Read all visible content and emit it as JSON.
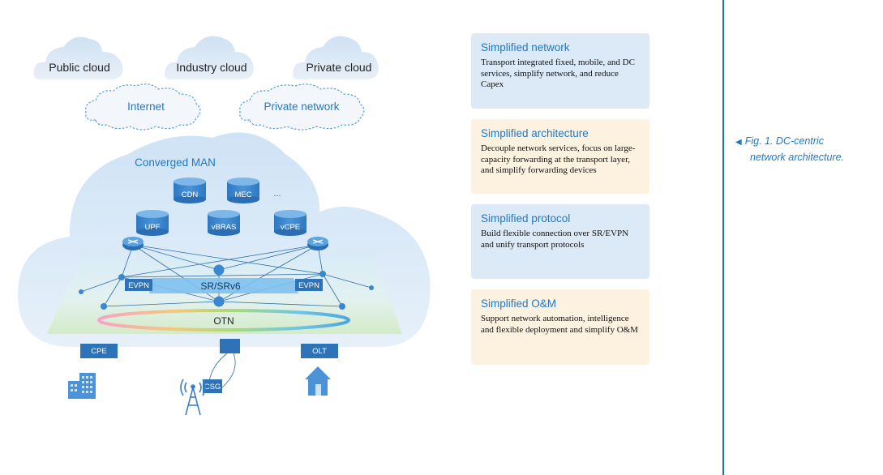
{
  "diagram": {
    "clouds_top": [
      "Public cloud",
      "Industry cloud",
      "Private cloud"
    ],
    "networks": [
      "Internet",
      "Private network"
    ],
    "converged_label": "Converged MAN",
    "dc_row1": [
      "CDN",
      "MEC"
    ],
    "dc_more": "...",
    "dc_row2": [
      "UPF",
      "vBRAS",
      "vCPE"
    ],
    "evpn_left": "EVPN",
    "evpn_right": "EVPN",
    "sr_label": "SR/SRv6",
    "otn_label": "OTN",
    "access": {
      "cpe": "CPE",
      "olt": "OLT",
      "csg": "CSG"
    }
  },
  "panels": [
    {
      "title": "Simplified network",
      "body": "Transport integrated fixed, mobile, and DC services, simplify network, and reduce Capex",
      "color": "#dce9f6"
    },
    {
      "title": "Simplified architecture",
      "body": "Decouple network services, focus on large-capacity forwarding at the transport layer, and simplify forwarding devices",
      "color": "#fdf1e0"
    },
    {
      "title": "Simplified protocol",
      "body": "Build flexible connection over SR/EVPN and unify transport protocols",
      "color": "#dce9f6"
    },
    {
      "title": "Simplified O&M",
      "body": "Support network automation, intelligence and flexible deployment and simplify O&M",
      "color": "#fdf1e0"
    }
  ],
  "caption": {
    "line1": "Fig. 1. DC-centric",
    "line2": "network architecture."
  },
  "colors": {
    "accent": "#1f78c8",
    "node": "#3a86d1",
    "divider": "#1f6fc2"
  }
}
